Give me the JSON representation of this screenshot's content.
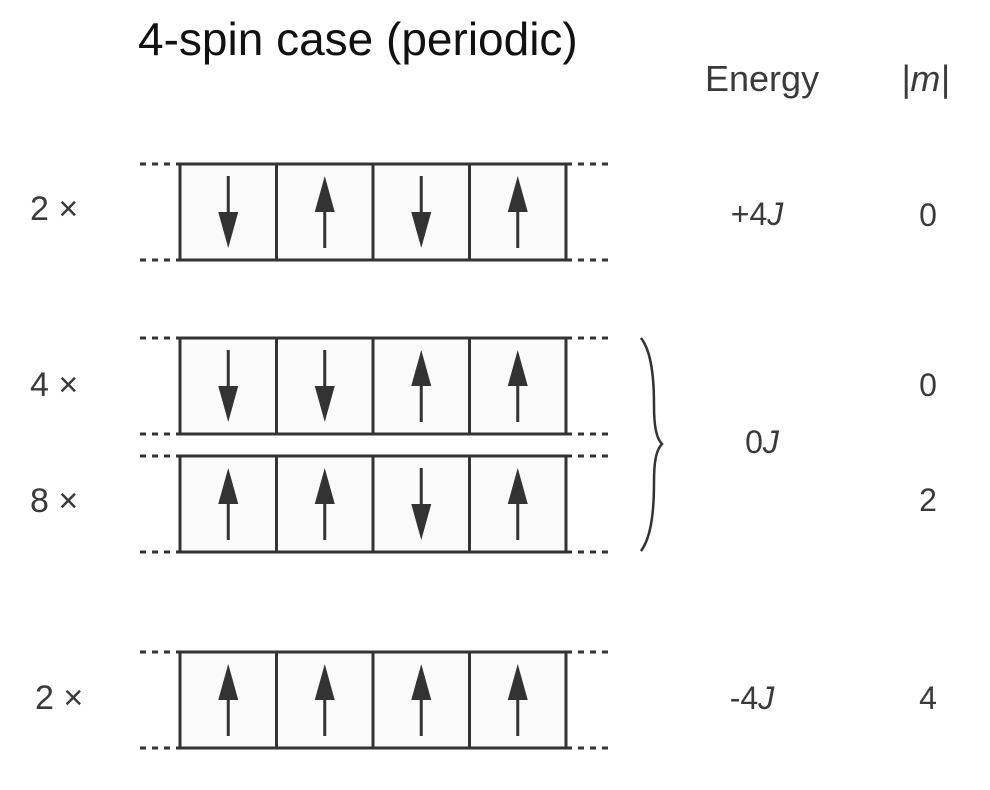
{
  "title": "4-spin case (periodic)",
  "headers": {
    "energy": "Energy",
    "m": "|m|"
  },
  "rows": [
    {
      "multiplicity": "2 ×",
      "spins": [
        "down",
        "up",
        "down",
        "up"
      ],
      "energy_sign": "+4",
      "energy_unit": "J",
      "m": "0"
    },
    {
      "multiplicity": "4 ×",
      "spins": [
        "down",
        "down",
        "up",
        "up"
      ],
      "m": "0"
    },
    {
      "multiplicity": "8 ×",
      "spins": [
        "up",
        "up",
        "down",
        "up"
      ],
      "m": "2"
    },
    {
      "multiplicity": "2 ×",
      "spins": [
        "up",
        "up",
        "up",
        "up"
      ],
      "energy_sign": "-4",
      "energy_unit": "J",
      "m": "4"
    }
  ],
  "grouped_energy": {
    "sign": "0",
    "unit": "J"
  },
  "colors": {
    "lines": "#333333",
    "arrow": "#333333",
    "text": "#3a3a3a"
  }
}
